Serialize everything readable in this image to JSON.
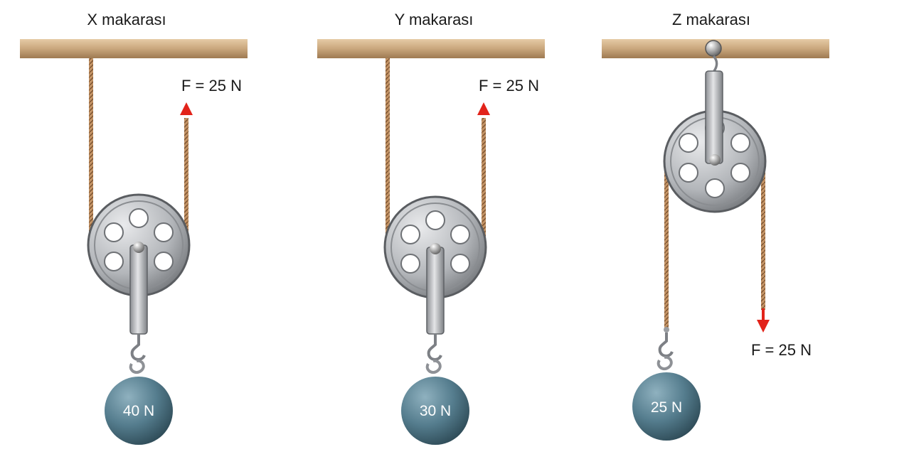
{
  "pulleys": [
    {
      "id": "x",
      "title": "X makarası",
      "force_label": "F = 25 N",
      "weight_label": "40 N",
      "kind": "movable"
    },
    {
      "id": "y",
      "title": "Y makarası",
      "force_label": "F = 25 N",
      "weight_label": "30 N",
      "kind": "movable"
    },
    {
      "id": "z",
      "title": "Z makarası",
      "force_label": "F = 25 N",
      "weight_label": "25 N",
      "kind": "fixed"
    }
  ],
  "colors": {
    "beam": "#c9a77d",
    "rope": "#b8875a",
    "force_arrow": "#e2231a",
    "wheel": "#a9acb0",
    "weight": "#4f7585"
  }
}
